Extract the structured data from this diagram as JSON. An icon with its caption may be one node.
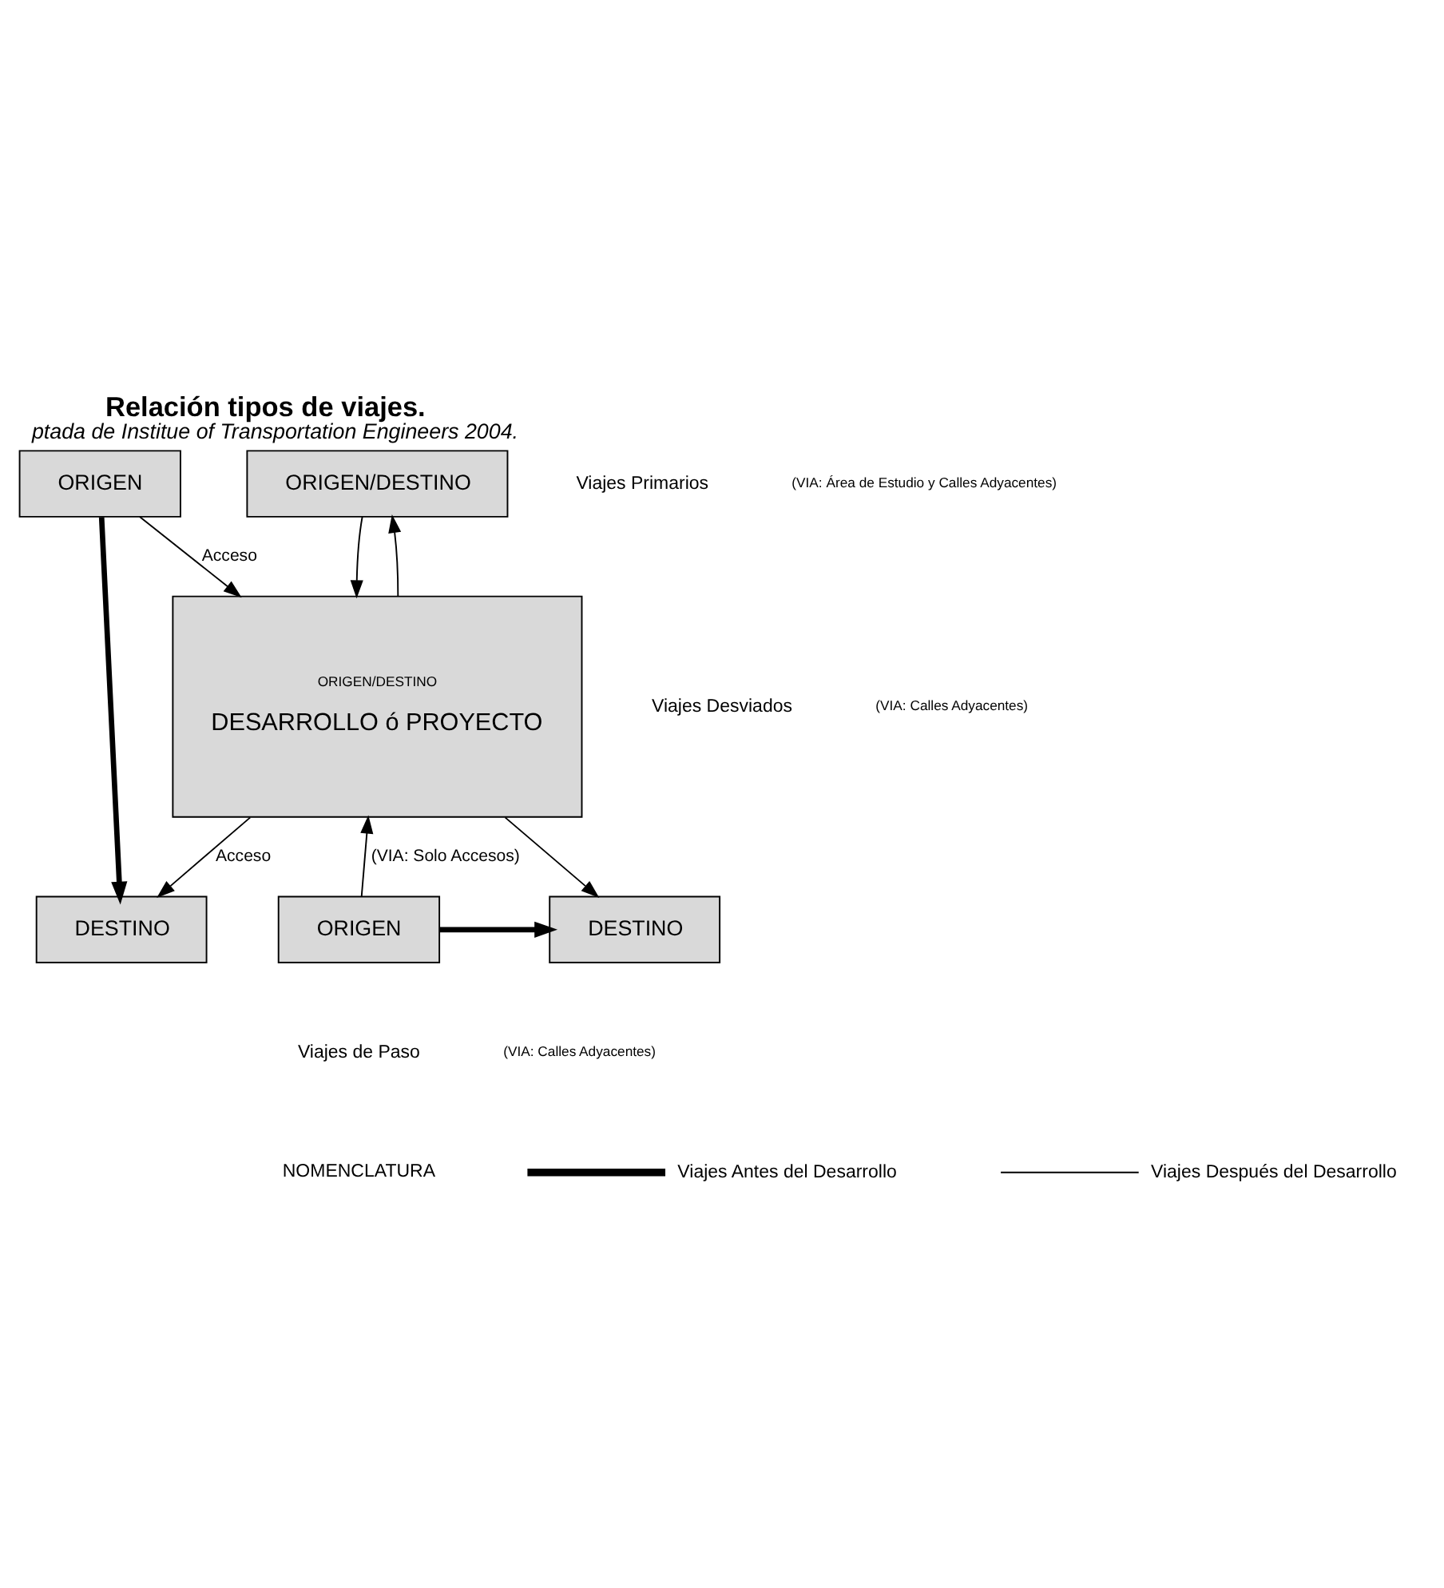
{
  "diagram": {
    "title": "Relación tipos de viajes.",
    "caption": "ptada de Institue of Transportation Engineers 2004.",
    "nodes": [
      {
        "text": [
          "ORIGEN"
        ]
      },
      {
        "text": [
          "ORIGEN/DESTINO"
        ]
      },
      {
        "text": [
          "ORIGEN/DESTINO",
          "DESARROLLO ó PROYECTO"
        ]
      },
      {
        "text": [
          "DESTINO"
        ]
      },
      {
        "text": [
          "ORIGEN"
        ]
      },
      {
        "text": [
          "DESTINO"
        ]
      }
    ],
    "edges": [
      {
        "from": 1,
        "to": 2,
        "arrow": "to"
      },
      {
        "from": 2,
        "to": 1,
        "arrow": "to"
      },
      {
        "from": 0,
        "to": 2,
        "arrow": "to",
        "label": "Acceso"
      },
      {
        "from": 0,
        "to": 5,
        "arrow": "to",
        "style": "thick"
      },
      {
        "from": 2,
        "to": 5,
        "arrow": "to",
        "label": "Acceso"
      },
      {
        "from": 2,
        "to": 3,
        "arrow": "to"
      },
      {
        "from": 4,
        "to": 2,
        "arrow": "to",
        "label": "(VIA: Solo Accesos)"
      },
      {
        "from": 4,
        "to": 3,
        "arrow": "to",
        "style": "thick"
      }
    ],
    "labels": [
      "Viajes Primarios",
      "(VIA: Área de Estudio y Calles Adyacentes)",
      "Viajes Desviados",
      "(VIA: Calles Adyacentes)",
      "Viajes de Paso",
      "(VIA: Calles Adyacentes)",
      "NOMENCLATURA"
    ],
    "legend": [
      {
        "text": "Viajes Antes del Desarrollo"
      },
      {
        "text": "Viajes Después del Desarrollo"
      }
    ]
  }
}
